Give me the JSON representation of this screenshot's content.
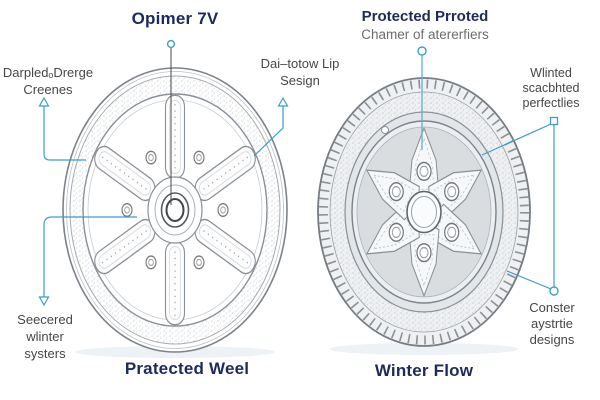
{
  "left_wheel": {
    "title": "Opimer 7V",
    "caption": "Pratected Weel",
    "label_top_left": {
      "line1": "DarpledₒDrerge",
      "line2": "Creenes"
    },
    "label_top_right": {
      "line1": "Dai–totow Lip",
      "line2": "Sesign"
    },
    "label_bottom_left": {
      "line1": "Seecered",
      "line2": "wlinter",
      "line3": "systers"
    }
  },
  "right_wheel": {
    "title": "Protected Prroted",
    "subtitle": "Chamer of atererfiers",
    "caption": "Winter Flow",
    "label_right_top": {
      "line1": "Wlinted",
      "line2": "scacbhted",
      "line3": "perfectlies"
    },
    "label_right_bottom": {
      "line1": "Conster",
      "line2": "aystrtie",
      "line3": "designs"
    }
  },
  "colors": {
    "title_navy": "#1c2b5b",
    "callout_blue": "#3a9fca",
    "label_gray": "#474747",
    "subtitle_gray": "#6d6d6d",
    "line_art_gray": "#8a9097"
  }
}
